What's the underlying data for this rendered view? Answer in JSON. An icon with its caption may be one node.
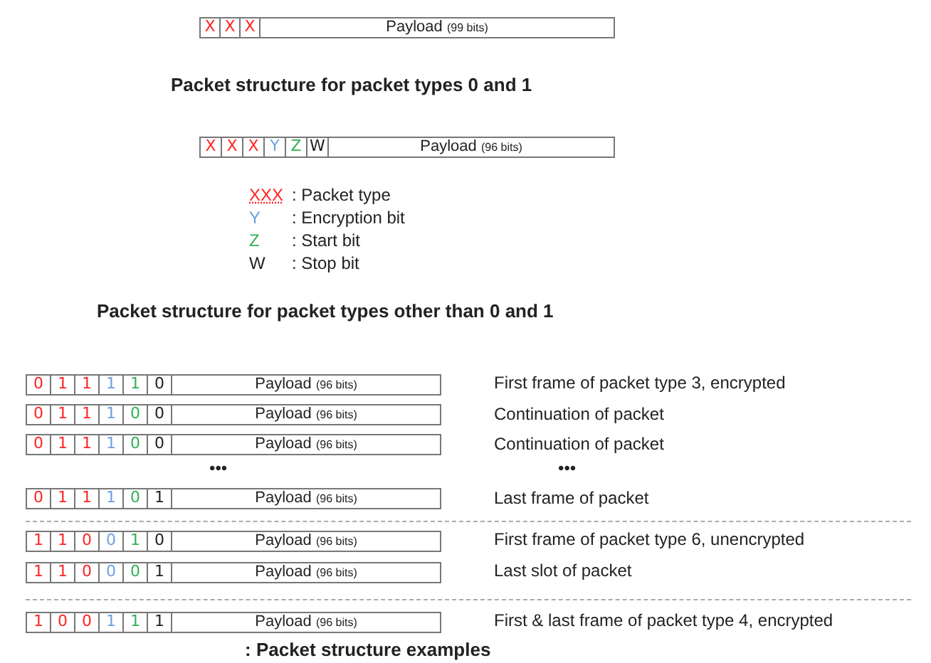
{
  "diagram": {
    "caption": ": Packet structure examples",
    "nodes": [
      {
        "text": [
          "X",
          "X",
          "X",
          "Payload",
          "(99 bits)"
        ]
      },
      {
        "text": [
          "X",
          "X",
          "X",
          "Y",
          "Z",
          "W",
          "Payload",
          "(96 bits)"
        ]
      },
      {
        "text": [
          "0",
          "1",
          "1",
          "1",
          "1",
          "0",
          "Payload",
          "(96 bits)"
        ],
        "beside": [
          "First frame of packet type 3, encrypted"
        ]
      },
      {
        "text": [
          "0",
          "1",
          "1",
          "1",
          "0",
          "0",
          "Payload",
          "(96 bits)"
        ],
        "beside": [
          "Continuation of packet"
        ]
      },
      {
        "text": [
          "0",
          "1",
          "1",
          "1",
          "0",
          "0",
          "Payload",
          "(96 bits)"
        ],
        "beside": [
          "Continuation of packet"
        ]
      },
      {
        "text": [
          "0",
          "1",
          "1",
          "1",
          "0",
          "1",
          "Payload",
          "(96 bits)"
        ],
        "beside": [
          "Last frame of packet"
        ]
      },
      {
        "text": [
          "1",
          "1",
          "0",
          "0",
          "1",
          "0",
          "Payload",
          "(96 bits)"
        ],
        "beside": [
          "First frame of packet type 6, unencrypted"
        ]
      },
      {
        "text": [
          "1",
          "1",
          "0",
          "0",
          "0",
          "1",
          "Payload",
          "(96 bits)"
        ],
        "beside": [
          "Last slot of packet"
        ]
      },
      {
        "text": [
          "1",
          "0",
          "0",
          "1",
          "1",
          "1",
          "Payload",
          "(96 bits)"
        ],
        "beside": [
          "First & last frame of packet type 4, encrypted"
        ]
      }
    ],
    "labels": [
      "Packet structure for packet types 0 and 1",
      "XXX",
      ": Packet type",
      "Y",
      ": Encryption bit",
      "Z",
      ": Start bit",
      "W",
      ": Stop bit",
      "Packet structure for packet types other than 0 and 1",
      "•••",
      "•••"
    ]
  }
}
